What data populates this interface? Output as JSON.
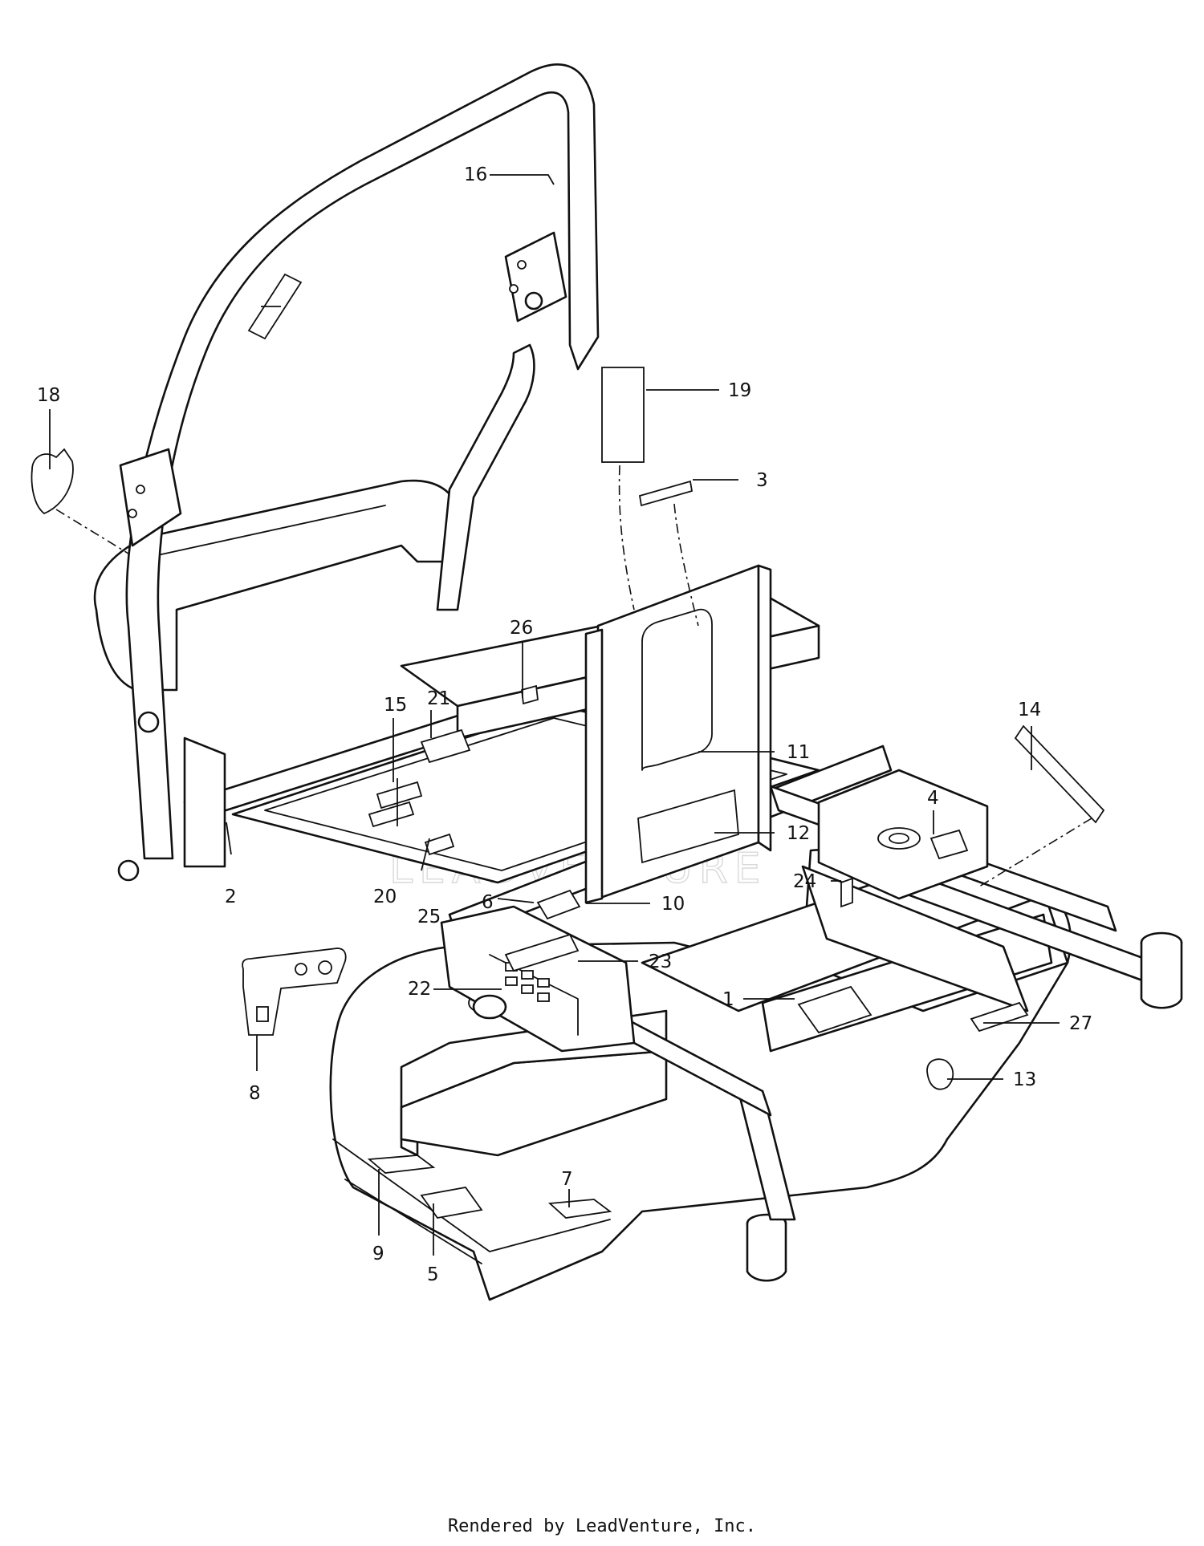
{
  "callouts": {
    "c1": "1",
    "c2": "2",
    "c3": "3",
    "c4": "4",
    "c5": "5",
    "c6": "6",
    "c7": "7",
    "c8": "8",
    "c9": "9",
    "c10": "10",
    "c11": "11",
    "c12": "12",
    "c13": "13",
    "c14": "14",
    "c15": "15",
    "c16": "16",
    "c18": "18",
    "c19": "19",
    "c20": "20",
    "c21": "21",
    "c22": "22",
    "c23": "23",
    "c24": "24",
    "c25": "25",
    "c26": "26",
    "c27": "27"
  },
  "watermark": "LEADVENTURE",
  "footer": "Rendered by LeadVenture, Inc."
}
